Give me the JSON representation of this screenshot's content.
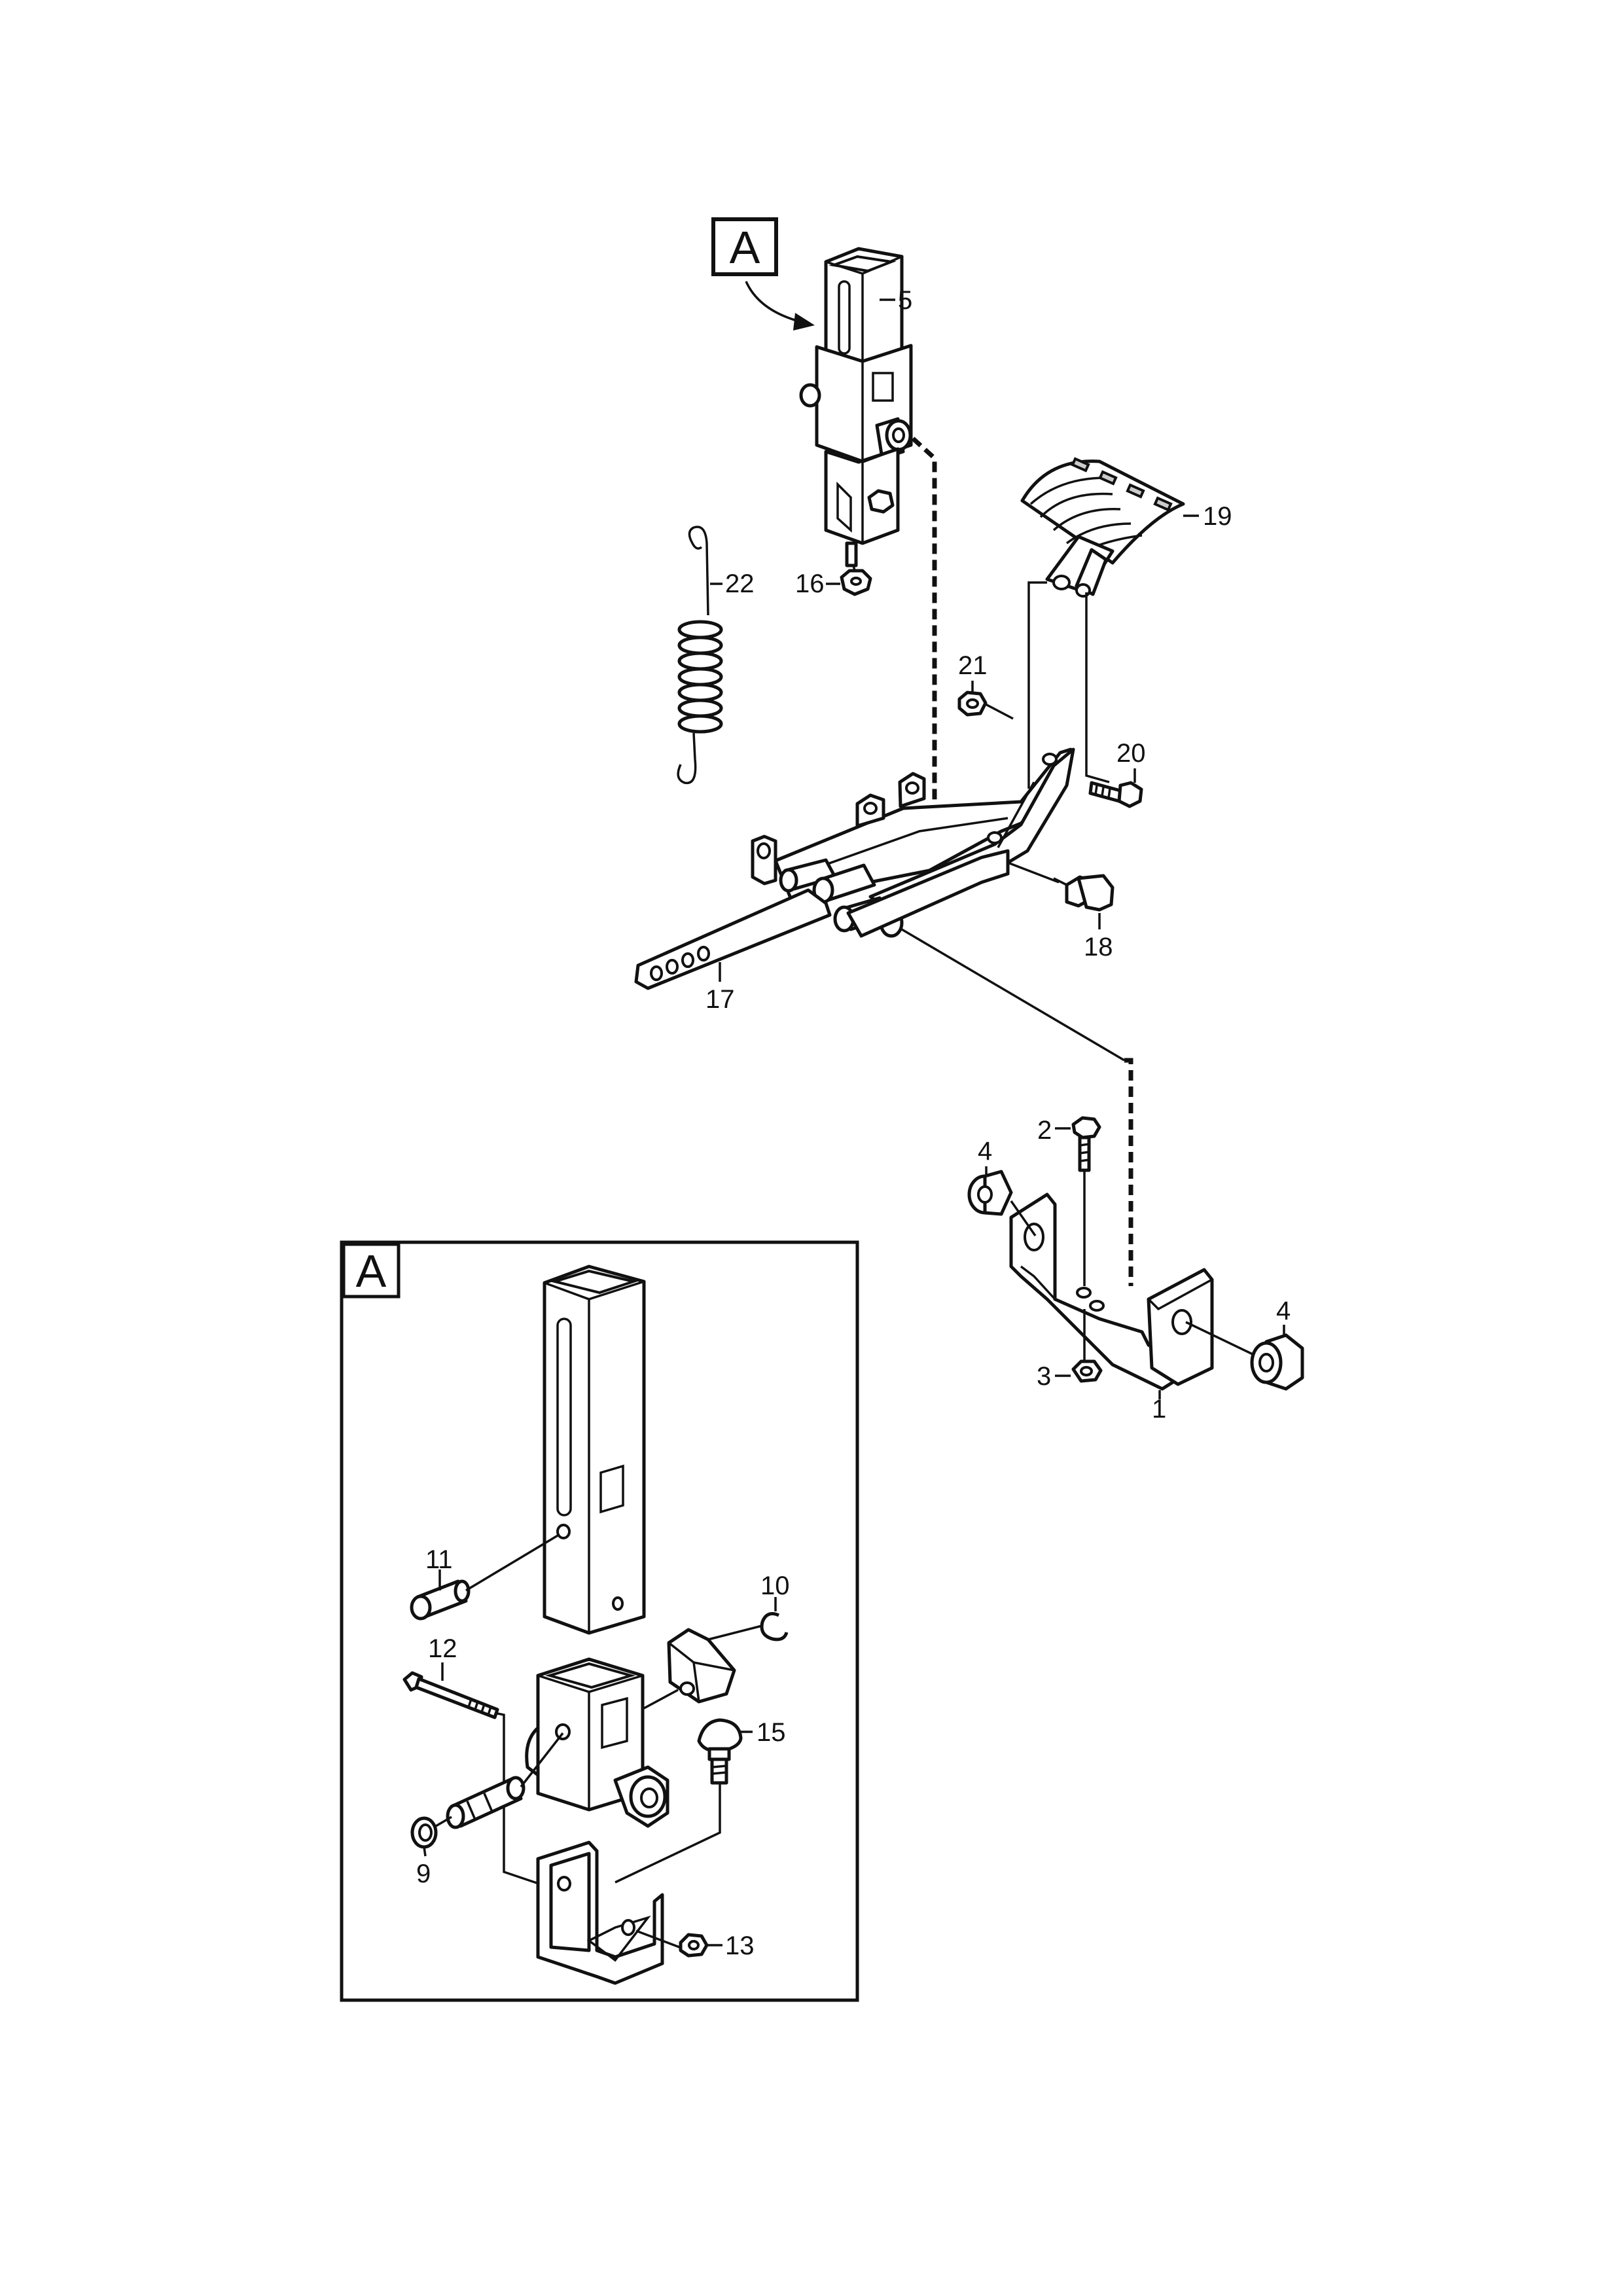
{
  "diagram": {
    "view_tag": "A",
    "detail_tag": "A",
    "callouts": {
      "p1": "1",
      "p2": "2",
      "p3": "3",
      "p4a": "4",
      "p4b": "4",
      "p5": "5",
      "p9": "9",
      "p10": "10",
      "p11": "11",
      "p12": "12",
      "p13": "13",
      "p15": "15",
      "p16": "16",
      "p17": "17",
      "p18": "18",
      "p19": "19",
      "p20": "20",
      "p21": "21",
      "p22": "22"
    }
  },
  "colors": {
    "ink": "#111111",
    "paper": "#ffffff"
  }
}
